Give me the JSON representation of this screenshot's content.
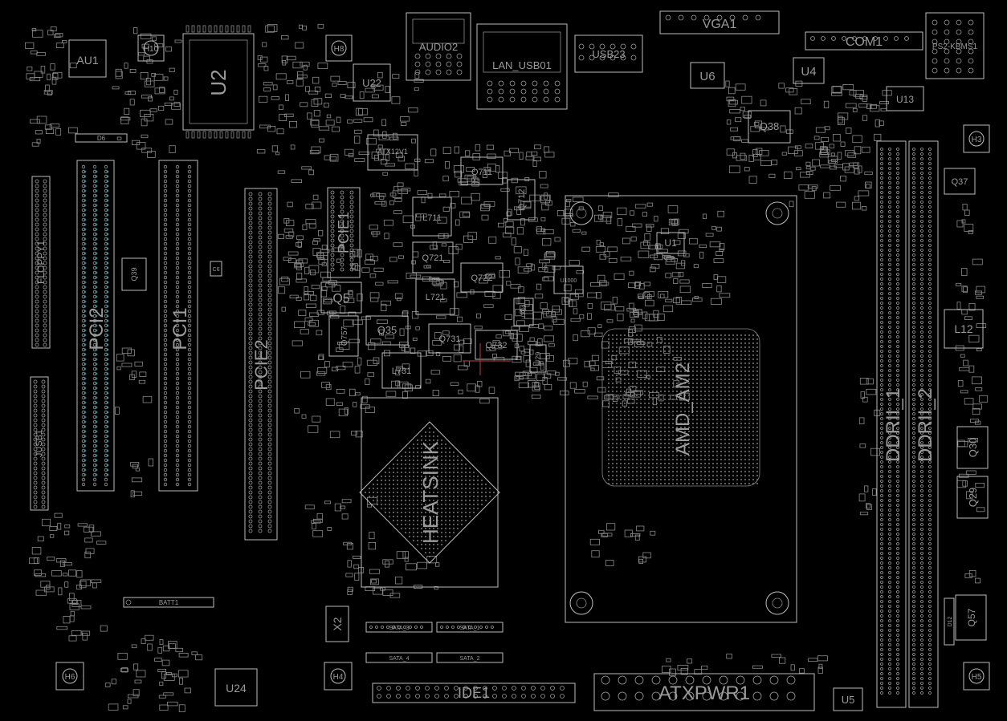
{
  "board": {
    "colors": {
      "background": "#000000",
      "outline": "#bdbdbd",
      "label": "#9a9a9a",
      "via": "#3aa0b0",
      "marker": "#c04040"
    },
    "large_labels": {
      "pci2": "PCI2",
      "pci1": "PCI1",
      "pcie2": "PCIE2",
      "pcie1": "PCIE1",
      "heatsink": "HEATSINK",
      "cpu_socket": "AMD_AM2",
      "ddr1": "DDRII_1",
      "ddr2": "DDRII_2",
      "atxpwr": "ATXPWR1",
      "ide": "IDE1",
      "vga": "VGA1",
      "com": "COM1",
      "u2": "U2"
    },
    "labels": {
      "au1": "AU1",
      "h10": "H10",
      "h8": "H8",
      "u22": "U22",
      "audio2": "AUDIO2",
      "lan_usb": "LAN_USB01",
      "usb23": "USB23",
      "u6": "U6",
      "u4": "U4",
      "ps2": "PS2-KBMS1",
      "u13": "U13",
      "h3": "H3",
      "q38": "Q38",
      "q37": "Q37",
      "d6": "D6",
      "atx12v": "ATX12V1",
      "q711": "Q711",
      "q712": "Q712",
      "l711": "L711",
      "q721": "Q721",
      "q722": "Q722",
      "l721": "L721",
      "q5": "Q5",
      "q35": "Q35",
      "q757": "Q757",
      "q731": "Q731",
      "q732": "Q732",
      "l731": "L731",
      "u1": "U1",
      "u29": "U29",
      "u1000": "U1000",
      "u1001": "U1001",
      "l12": "L12",
      "q30": "Q30",
      "q29": "Q29",
      "q57": "Q57",
      "d12": "D12",
      "h5": "H5",
      "u5": "U5",
      "h4": "H4",
      "x2": "X2",
      "u24": "U24",
      "h6": "H6",
      "batt": "BATT1",
      "floppy": "FLOPPY1",
      "q39": "Q39",
      "c6": "C6",
      "sata1": "SATA_3",
      "sata2": "SATA_1",
      "sata3": "SATA_4",
      "sata4": "SATA_2",
      "jusb": "JUSB1"
    }
  }
}
